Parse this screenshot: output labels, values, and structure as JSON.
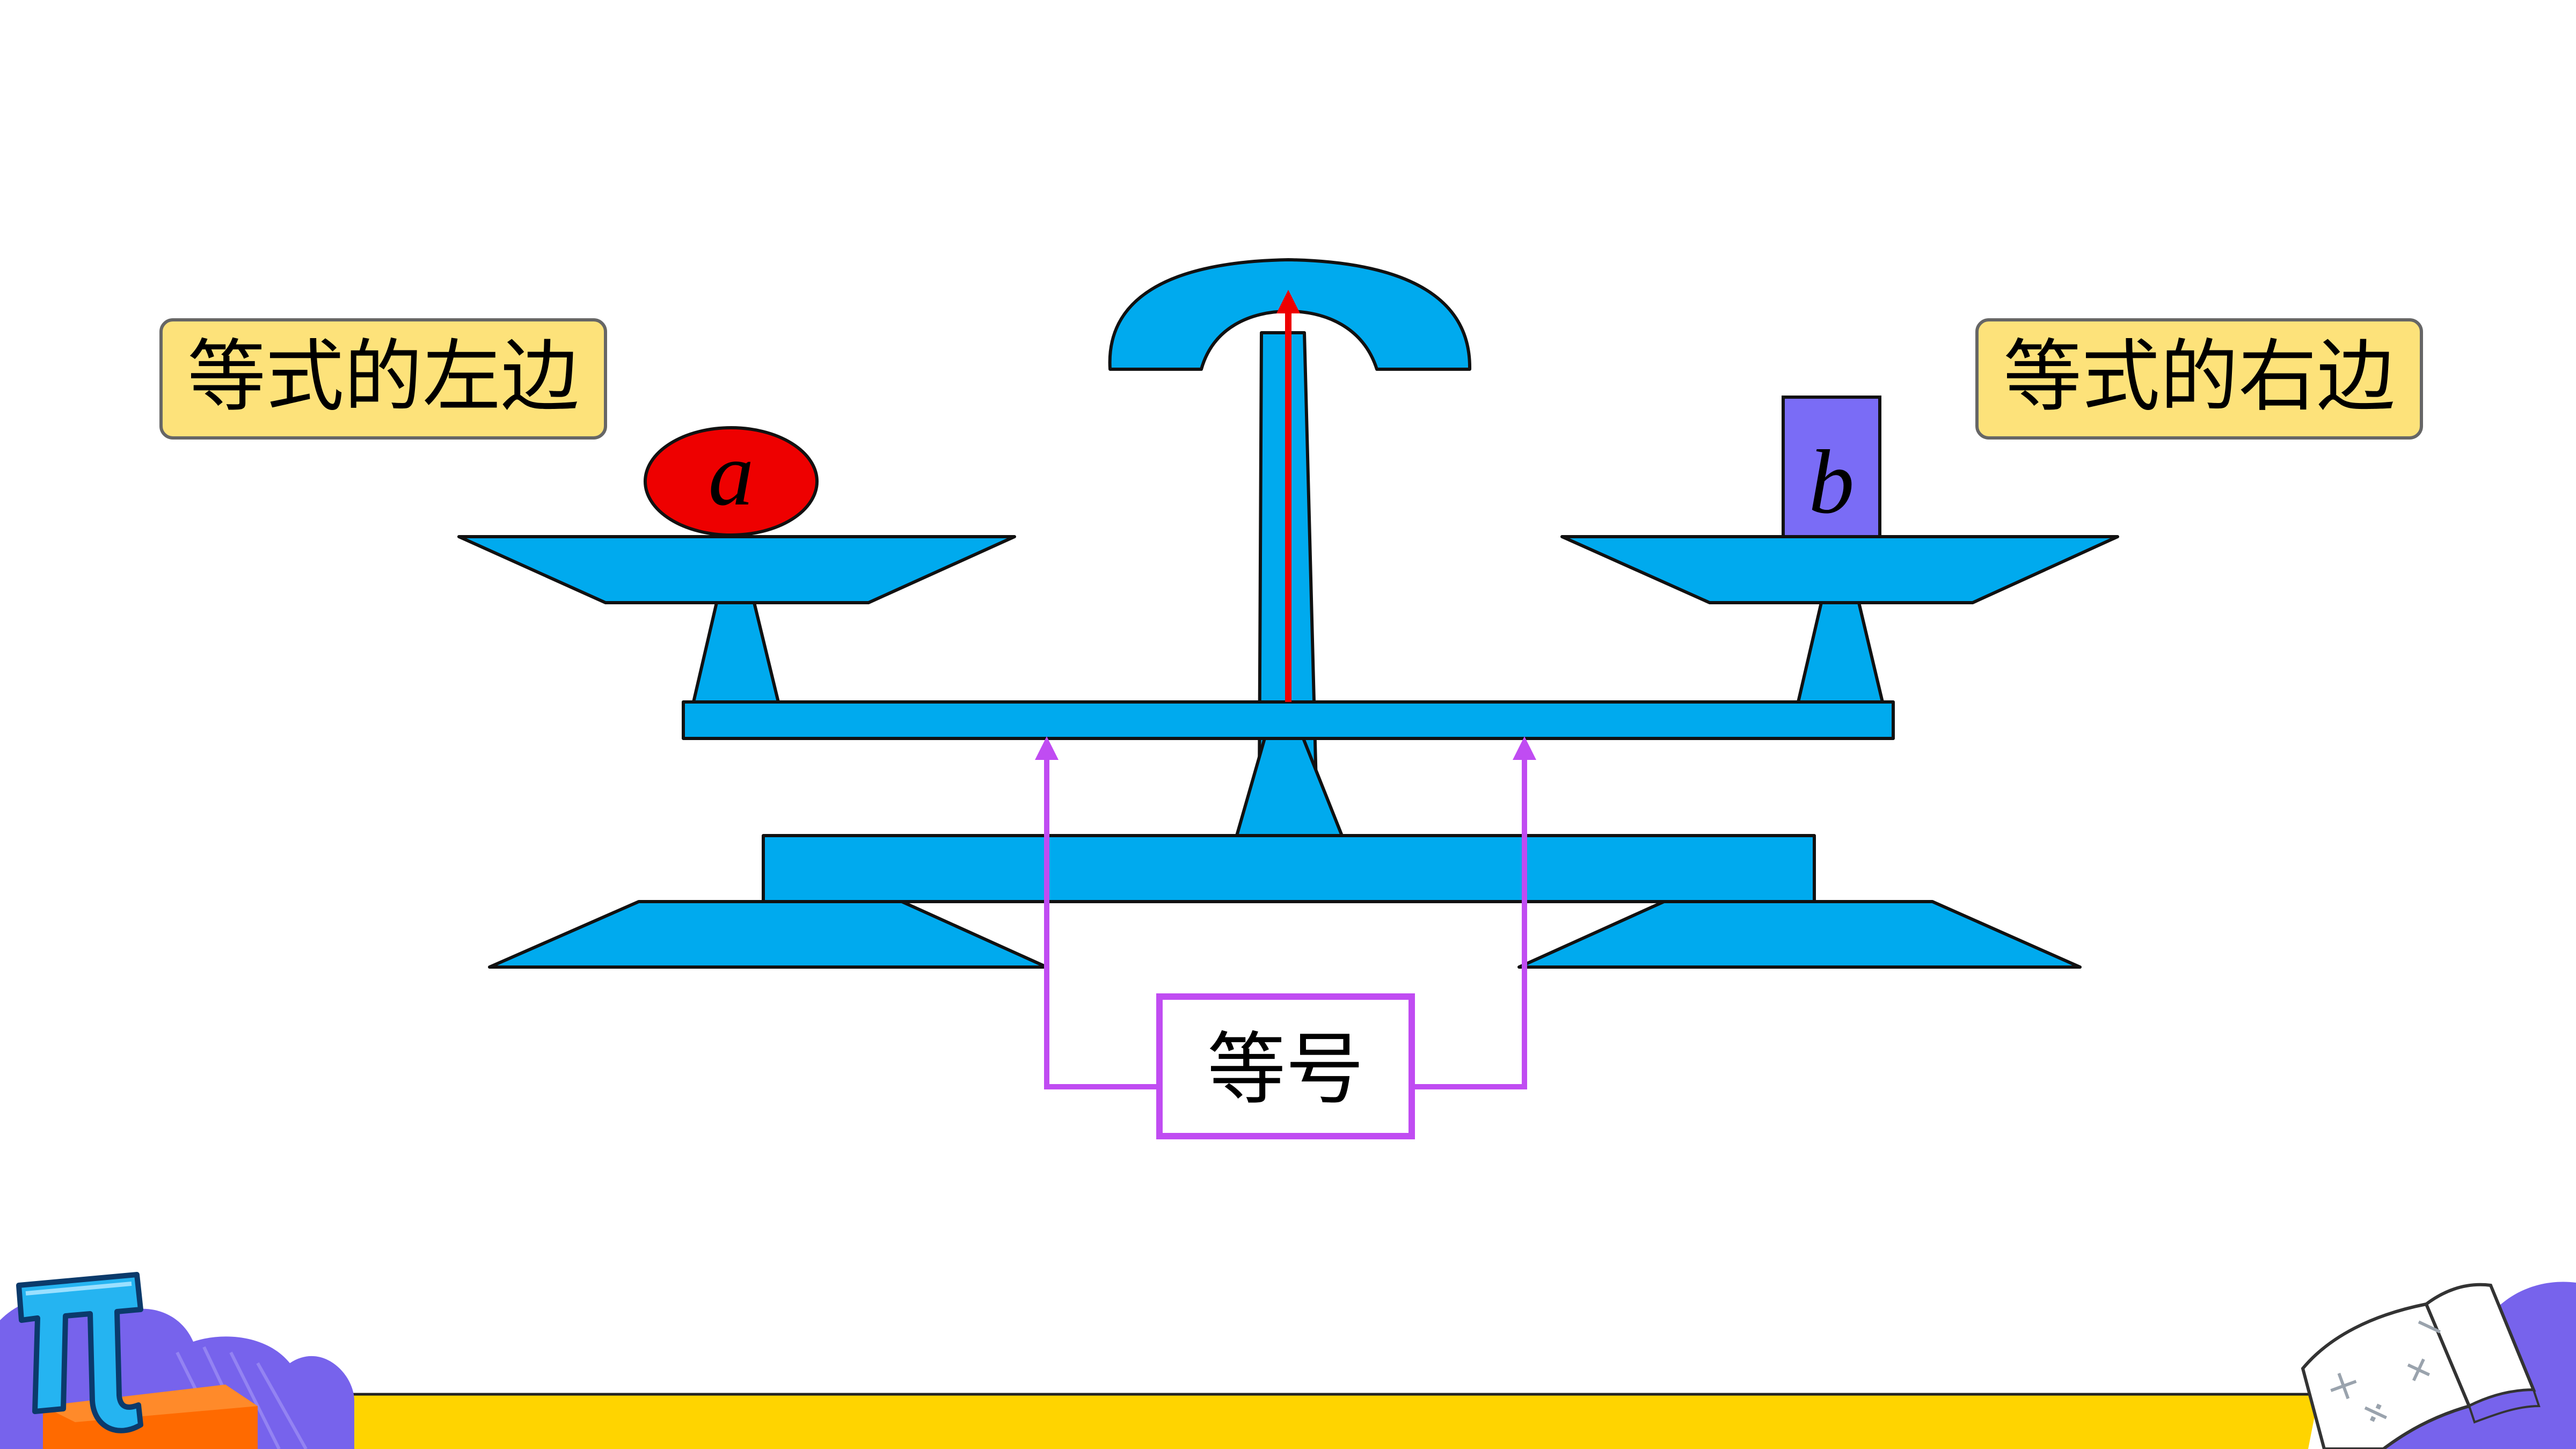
{
  "labels": {
    "left_side": "等式的左边",
    "right_side": "等式的右边",
    "equal_sign": "等号",
    "var_left": "a",
    "var_right": "b",
    "pi_logo": "π",
    "book_symbols": [
      "×",
      "÷",
      "−",
      "+"
    ]
  },
  "colors": {
    "scale_blue": "#00aaee",
    "outline": "#111111",
    "pointer_red": "#ee0000",
    "ball_red": "#ee0000",
    "block_purple": "#7a6cf6",
    "label_fill": "#fde27a",
    "label_border": "#666666",
    "arrow_violet": "#c04cf2",
    "footer_yellow": "#ffd400",
    "footer_purple": "#7763ec",
    "footer_orange": "#ff6a00",
    "pi_blue": "#25b4f1"
  },
  "icons": [
    "pi-logo-icon",
    "cloud-decoration-icon",
    "open-book-icon"
  ]
}
